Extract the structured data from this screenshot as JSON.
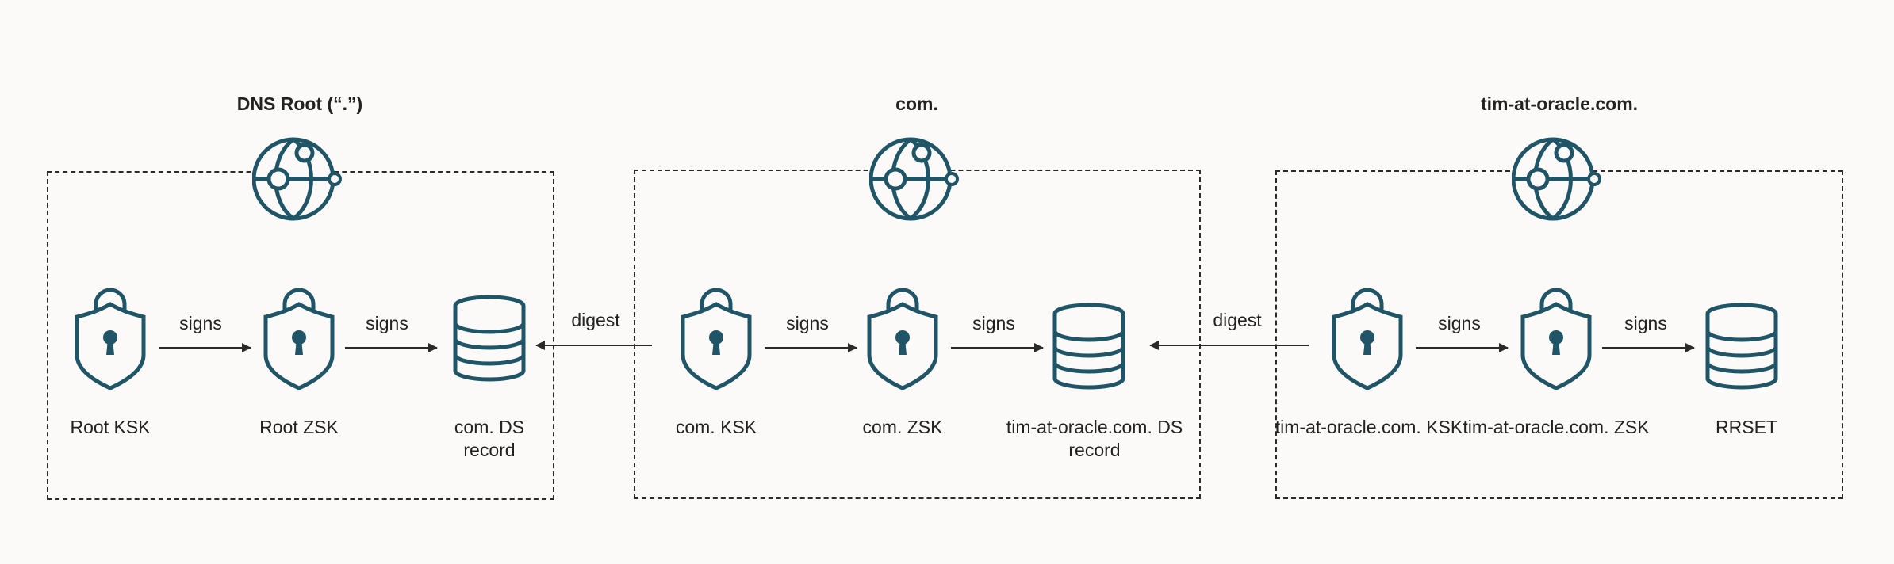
{
  "zones": [
    {
      "title": "DNS Root (“.”)",
      "nodes": [
        {
          "label": "Root KSK",
          "icon": "lock-icon"
        },
        {
          "label": "Root ZSK",
          "icon": "lock-icon"
        },
        {
          "label": "com. DS record",
          "icon": "database-icon"
        }
      ],
      "edges": [
        "signs",
        "signs"
      ]
    },
    {
      "title": "com.",
      "nodes": [
        {
          "label": "com. KSK",
          "icon": "lock-icon"
        },
        {
          "label": "com. ZSK",
          "icon": "lock-icon"
        },
        {
          "label": "tim-at-oracle.com. DS record",
          "icon": "database-icon"
        }
      ],
      "edges": [
        "signs",
        "signs"
      ]
    },
    {
      "title": "tim-at-oracle.com.",
      "nodes": [
        {
          "label": "tim-at-oracle.com. KSK",
          "icon": "lock-icon"
        },
        {
          "label": "tim-at-oracle.com. ZSK",
          "icon": "lock-icon"
        },
        {
          "label": "RRSET",
          "icon": "database-icon"
        }
      ],
      "edges": [
        "signs",
        "signs"
      ]
    }
  ],
  "cross_edges": [
    "digest",
    "digest"
  ],
  "colors": {
    "icon": "#1f5566",
    "line": "#2a2a2a",
    "background": "#fbfaf8"
  }
}
